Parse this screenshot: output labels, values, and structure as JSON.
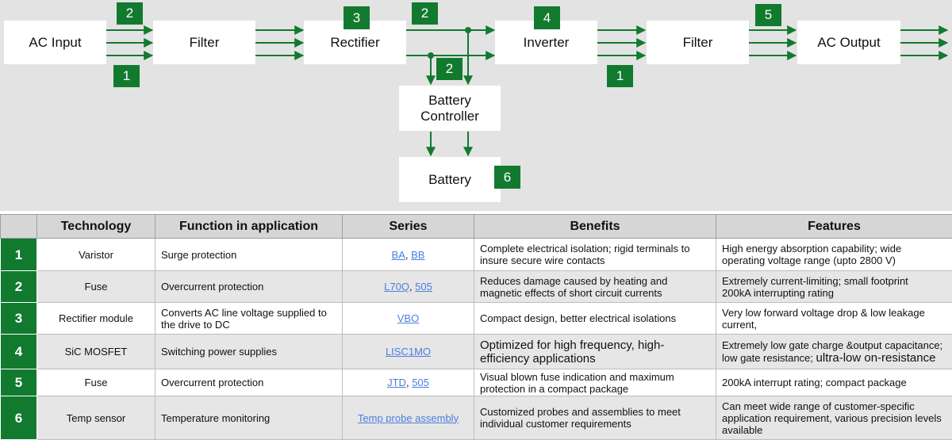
{
  "diagram": {
    "blocks": {
      "ac_input": "AC Input",
      "filter_in": "Filter",
      "rectifier": "Rectifier",
      "inverter": "Inverter",
      "filter_out": "Filter",
      "ac_output": "AC Output",
      "battery_controller_line1": "Battery",
      "battery_controller_line2": "Controller",
      "battery": "Battery"
    },
    "badges": {
      "input_top": "2",
      "input_bottom": "1",
      "rectifier": "3",
      "rectifier_out": "2",
      "inverter": "4",
      "inverter_out": "1",
      "battery_branch": "2",
      "output_filter": "5",
      "battery": "6"
    },
    "colors": {
      "badge": "#127a2f",
      "wire": "#127a2f",
      "background": "#e3e3e3"
    }
  },
  "table": {
    "headers": [
      "",
      "Technology",
      "Function in application",
      "Series",
      "Benefits",
      "Features"
    ],
    "rows": [
      {
        "num": "1",
        "technology": "Varistor",
        "function": "Surge protection",
        "series": [
          "BA",
          "BB"
        ],
        "benefits": "Complete electrical isolation; rigid terminals to insure secure wire contacts",
        "features": "High energy absorption capability; wide operating voltage range (upto 2800 V)"
      },
      {
        "num": "2",
        "technology": "Fuse",
        "function": "Overcurrent protection",
        "series": [
          "L70Q",
          "505"
        ],
        "benefits": "Reduces damage caused by heating and magnetic effects of short circuit currents",
        "features_line1": "Extremely current-limiting; small footprint",
        "features_line2": "200kA interrupting rating"
      },
      {
        "num": "3",
        "technology": "Rectifier module",
        "function": "Converts AC line voltage supplied to the drive to DC",
        "series": [
          "VBO"
        ],
        "benefits": "Compact design, better electrical isolations",
        "features": "Very low forward voltage drop & low leakage current,"
      },
      {
        "num": "4",
        "technology": "SiC MOSFET",
        "function": "Switching power supplies",
        "series": [
          "LISC1MO"
        ],
        "benefits": "Optimized for high frequency, high-efficiency applications",
        "features_line1": "Extremely low gate charge &output capacitance;",
        "features_line2a": "low gate resistance;",
        "features_line2b": "ultra-low on-resistance"
      },
      {
        "num": "5",
        "technology": "Fuse",
        "function": "Overcurrent protection",
        "series": [
          "JTD",
          "505"
        ],
        "benefits": "Visual blown fuse indication and maximum protection in a compact package",
        "features": "200kA  interrupt rating; compact package"
      },
      {
        "num": "6",
        "technology": "Temp sensor",
        "function": "Temperature monitoring",
        "series": [
          "Temp probe assembly"
        ],
        "benefits": "Customized probes and assemblies to meet individual customer requirements",
        "features": "Can meet wide range of customer-specific application requirement, various precision levels available"
      }
    ]
  }
}
